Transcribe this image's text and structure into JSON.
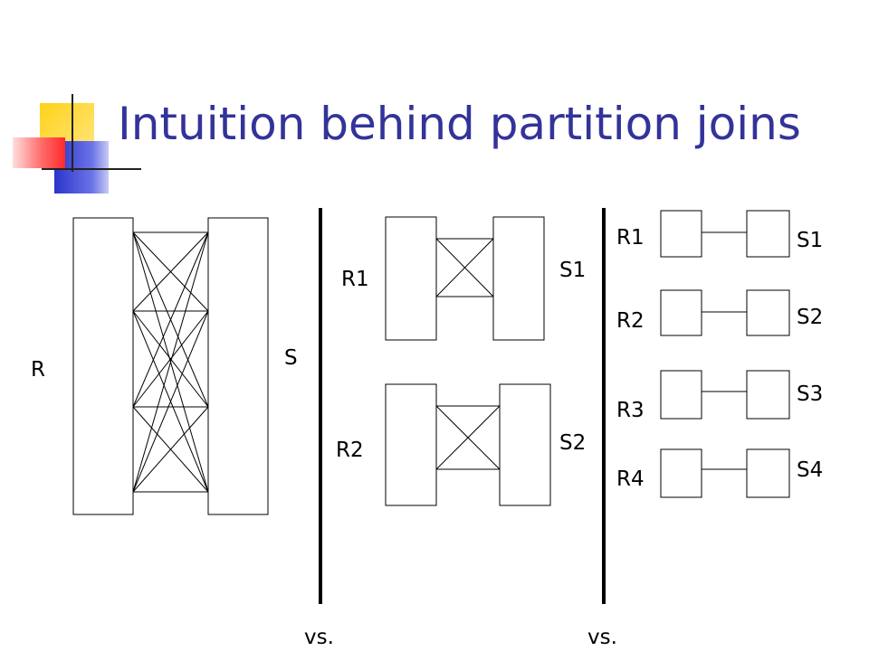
{
  "slide": {
    "title": "Intuition behind partition joins"
  },
  "panel_full": {
    "left_label": "R",
    "right_label": "S"
  },
  "panel_two": {
    "left_labels": [
      "R1",
      "R2"
    ],
    "right_labels": [
      "S1",
      "S2"
    ]
  },
  "panel_four": {
    "left_labels": [
      "R1",
      "R2",
      "R3",
      "R4"
    ],
    "right_labels": [
      "S1",
      "S2",
      "S3",
      "S4"
    ]
  },
  "separators": [
    "vs.",
    "vs."
  ]
}
